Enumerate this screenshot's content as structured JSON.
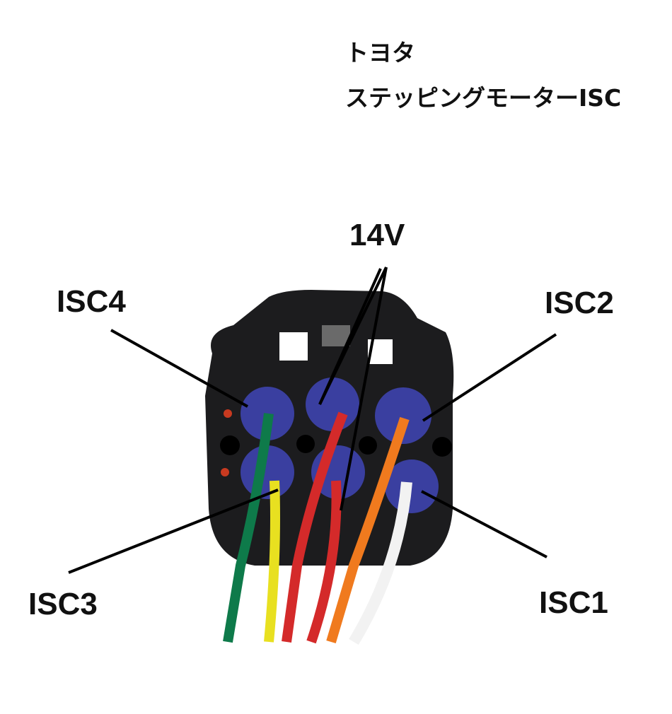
{
  "title": {
    "line1": "トヨタ",
    "line2": "ステッピングモーターISC"
  },
  "labels": {
    "v14": "14V",
    "isc1": "ISC1",
    "isc2": "ISC2",
    "isc3": "ISC3",
    "isc4": "ISC4"
  },
  "colors": {
    "connector": "#1c1c1e",
    "pin_seal": "#3a3fa0",
    "wire_green": "#0e7a4a",
    "wire_yellow": "#e8e020",
    "wire_red": "#d42a2a",
    "wire_orange": "#f07a1e",
    "wire_white": "#f2f2f2"
  }
}
